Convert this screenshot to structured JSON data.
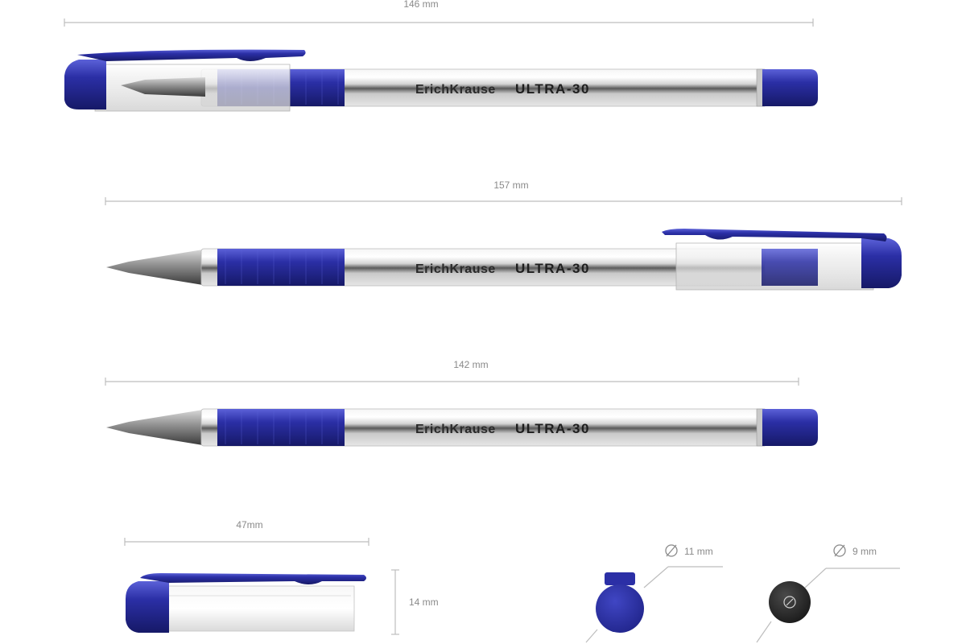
{
  "colors": {
    "blue": "#2b2fa6",
    "blue_dark": "#1c1f7a",
    "dim_line": "#bdbdbd",
    "dim_text": "#8a8a8a",
    "steel": "#6d6f73"
  },
  "icons": [
    "diameter-icon"
  ],
  "pens": [
    {
      "id": "capped",
      "brand": "ErichKrause",
      "model": "ULTRA-30",
      "dimension": "146 mm"
    },
    {
      "id": "posted",
      "brand": "ErichKrause",
      "model": "ULTRA-30",
      "dimension": "157 mm"
    },
    {
      "id": "body",
      "brand": "ErichKrause",
      "model": "ULTRA-30",
      "dimension": "142 mm"
    }
  ],
  "cap": {
    "length": "47mm",
    "height": "14 mm"
  },
  "diameters": {
    "cap": "11 mm",
    "body": "9 mm"
  }
}
